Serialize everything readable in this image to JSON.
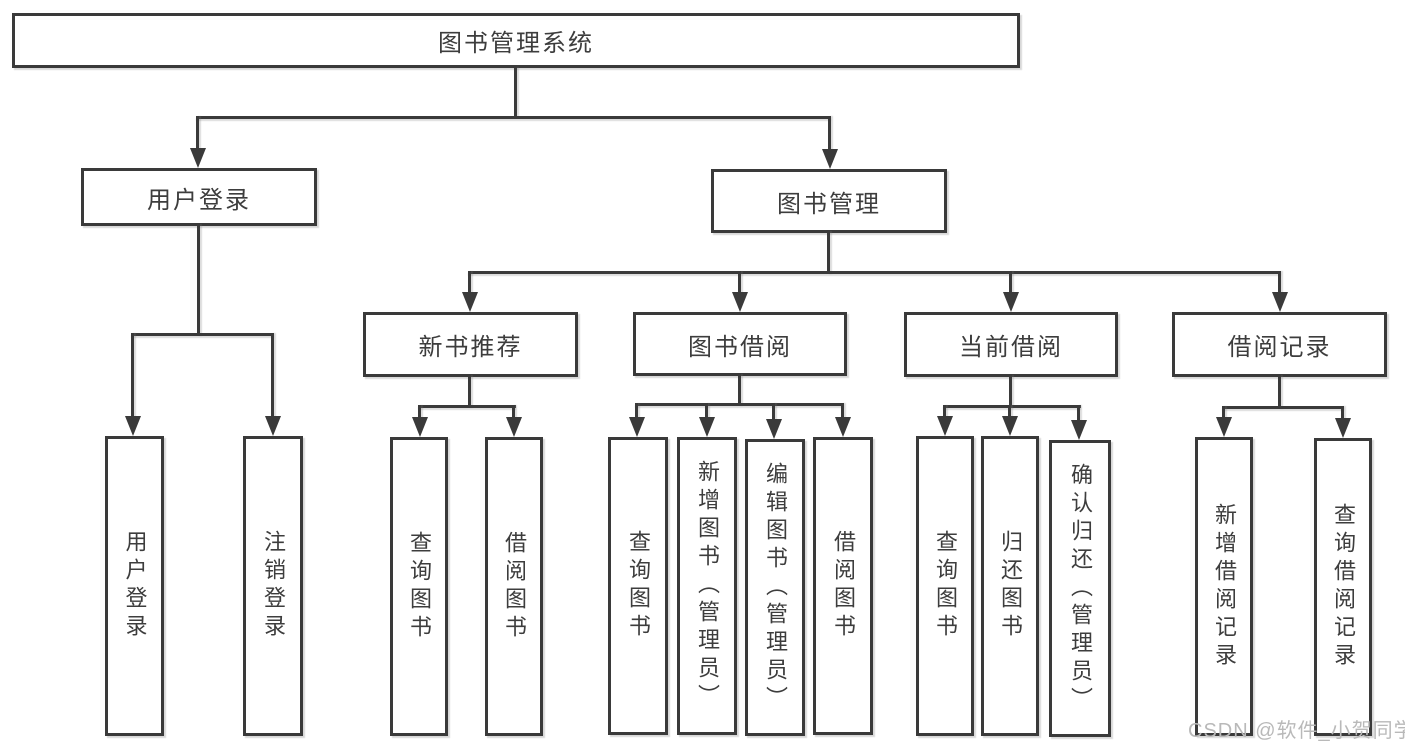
{
  "diagram_title": "图书管理系统",
  "watermark": {
    "text": "CSDN @软件_小贺同学",
    "color": "#b9b9b9"
  },
  "colors": {
    "background": "#ffffff",
    "line": "#3a3a3a",
    "box_border": "#3a3a3a",
    "box_fill": "#ffffff",
    "text": "#3d3d3d"
  },
  "nodes": {
    "root": "图书管理系统",
    "user_login": "用户登录",
    "book_management": "图书管理",
    "new_book_recommend": "新书推荐",
    "book_borrowing": "图书借阅",
    "current_borrowing": "当前借阅",
    "borrowing_records": "借阅记录",
    "user_login_leaf": "用户登录",
    "logout_leaf": "注销登录",
    "nb_query_books": "查询图书",
    "nb_borrow_books": "借阅图书",
    "bb_query_books": "查询图书",
    "bb_add_books": "新增图书（管理员）",
    "bb_edit_books": "编辑图书（管理员）",
    "bb_borrow_books": "借阅图书",
    "cb_query_books": "查询图书",
    "cb_return_books": "归还图书",
    "cb_confirm_return": "确认归还（管理员）",
    "br_add_record": "新增借阅记录",
    "br_query_record": "查询借阅记录"
  },
  "hierarchy": {
    "图书管理系统": {
      "用户登录": [
        "用户登录",
        "注销登录"
      ],
      "图书管理": {
        "新书推荐": [
          "查询图书",
          "借阅图书"
        ],
        "图书借阅": [
          "查询图书",
          "新增图书（管理员）",
          "编辑图书（管理员）",
          "借阅图书"
        ],
        "当前借阅": [
          "查询图书",
          "归还图书",
          "确认归还（管理员）"
        ],
        "借阅记录": [
          "新增借阅记录",
          "查询借阅记录"
        ]
      }
    }
  }
}
